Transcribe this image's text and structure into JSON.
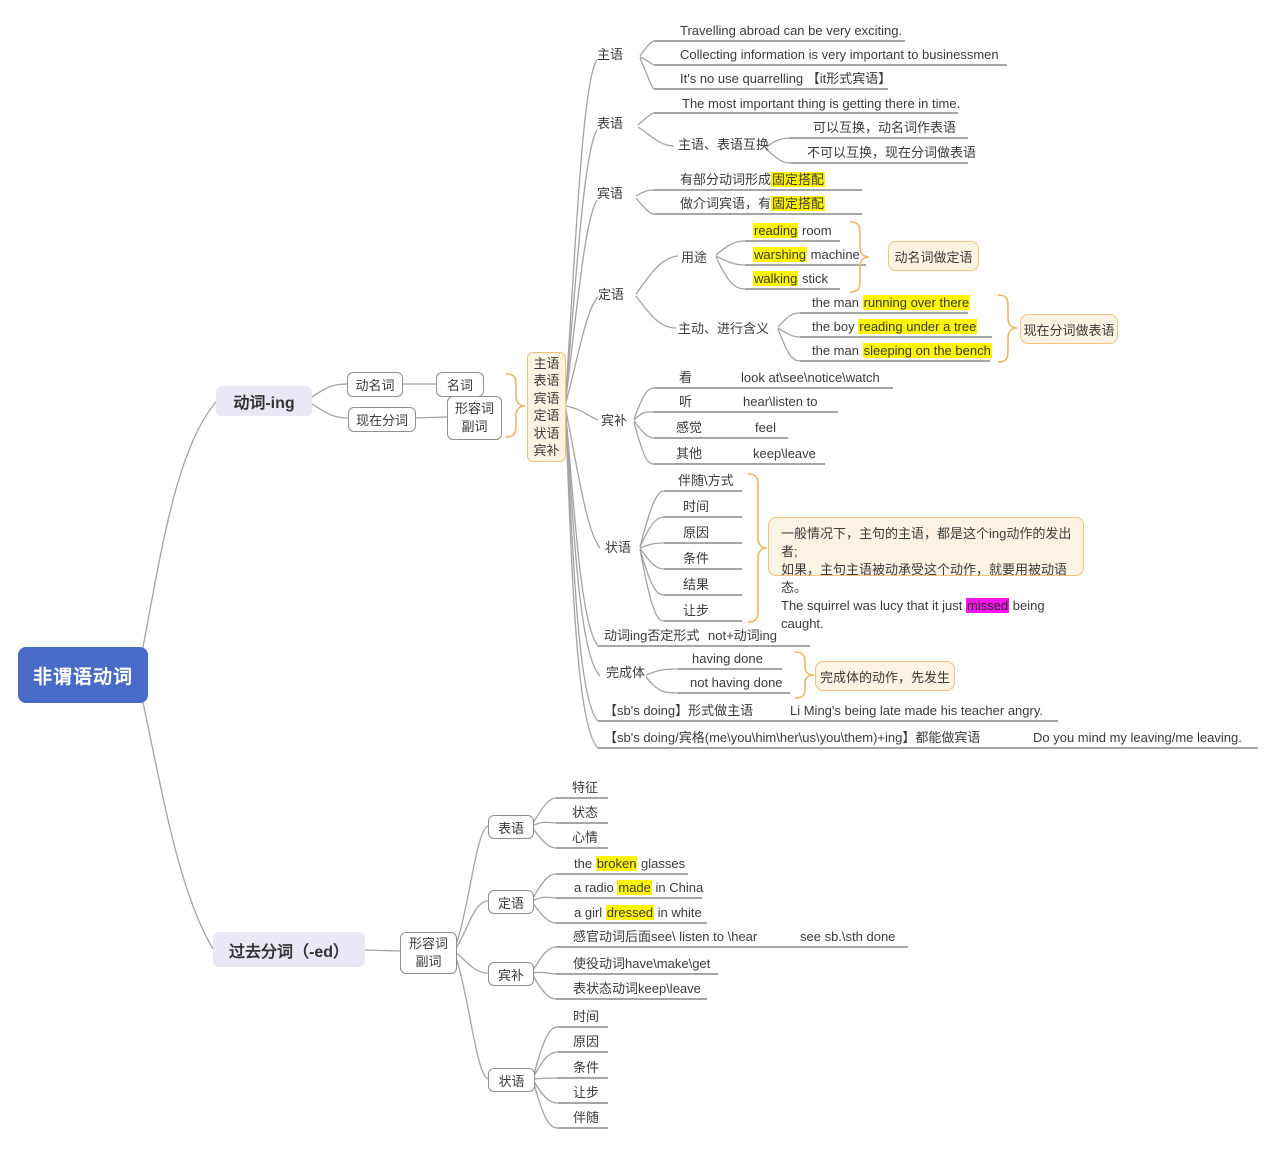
{
  "colors": {
    "root_bg": "#4a6bc5",
    "branch_bg": "#e8e9f4",
    "callout_bg": "#fdf3e3",
    "callout_border": "#f2c27e",
    "highlight_yellow": "#fff500",
    "highlight_magenta": "#f714ea",
    "line": "#a0a0a0"
  },
  "root": {
    "label": "非谓语动词"
  },
  "ing": {
    "label": "动词-ing",
    "gerund": "动名词",
    "noun": "名词",
    "present_participle": "现在分词",
    "adj": "形容词",
    "adv": "副词",
    "roles": [
      "主语",
      "表语",
      "宾语",
      "定语",
      "状语",
      "宾补"
    ],
    "subject": {
      "label": "主语",
      "examples": [
        "Travelling abroad can be very exciting.",
        "Collecting information is very important to businessmen",
        "It's no use quarrelling 【it形式宾语】"
      ]
    },
    "predicative": {
      "label": "表语",
      "example": "The most important thing is getting there in time.",
      "swap": {
        "label": "主语、表语互换",
        "items": [
          "可以互换，动名词作表语",
          "不可以互换，现在分词做表语"
        ]
      }
    },
    "object": {
      "label": "宾语",
      "items": [
        {
          "pre": "有部分动词形成",
          "hl": "固定搭配",
          "post": ""
        },
        {
          "pre": "做介词宾语，有",
          "hl": "固定搭配",
          "post": ""
        }
      ]
    },
    "attributive": {
      "label": "定语",
      "usage": {
        "label": "用途",
        "callout": "动名词做定语",
        "items": [
          {
            "pre": "",
            "hl": "reading",
            "post": " room"
          },
          {
            "pre": "",
            "hl": "warshing",
            "post": " machine"
          },
          {
            "pre": "",
            "hl": "walking",
            "post": " stick"
          }
        ]
      },
      "active": {
        "label": "主动、进行含义",
        "callout": "现在分词做表语",
        "items": [
          {
            "pre": "the man ",
            "hl": "running over there",
            "post": ""
          },
          {
            "pre": "the boy ",
            "hl": "reading under a tree",
            "post": ""
          },
          {
            "pre": "the man ",
            "hl": "sleeping on the bench",
            "post": ""
          }
        ]
      }
    },
    "complement": {
      "label": "宾补",
      "rows": [
        {
          "k": "看",
          "v": "look at\\see\\notice\\watch"
        },
        {
          "k": "听",
          "v": "hear\\listen to"
        },
        {
          "k": "感觉",
          "v": "feel"
        },
        {
          "k": "其他",
          "v": "keep\\leave"
        }
      ]
    },
    "adverbial": {
      "label": "状语",
      "items": [
        "伴随\\方式",
        "时间",
        "原因",
        "条件",
        "结果",
        "让步"
      ],
      "callout": {
        "line1": "一般情况下，主句的主语，都是这个ing动作的发出者;",
        "line2": "如果，主句主语被动承受这个动作，就要用被动语态。",
        "line3_pre": "The squirrel was lucy that it just ",
        "line3_hl": "missed",
        "line3_post": " being caught."
      }
    },
    "negative": {
      "label": "动词ing否定形式",
      "value": "not+动词ing"
    },
    "perfect": {
      "label": "完成体",
      "items": [
        "having done",
        "not having done"
      ],
      "callout": "完成体的动作，先发生"
    },
    "sbs_subject": {
      "label": "【sb's doing】形式做主语",
      "example": "Li Ming's being late made his teacher angry."
    },
    "sbs_object": {
      "label": "【sb's doing/宾格(me\\you\\him\\her\\us\\you\\them)+ing】都能做宾语",
      "example": "Do you mind my leaving/me leaving."
    }
  },
  "ed": {
    "label": "过去分词（-ed）",
    "adj": "形容词",
    "adv": "副词",
    "predicative": {
      "label": "表语",
      "items": [
        "特征",
        "状态",
        "心情"
      ]
    },
    "attributive": {
      "label": "定语",
      "items": [
        {
          "pre": "the ",
          "hl": "broken",
          "post": " glasses"
        },
        {
          "pre": "a radio ",
          "hl": "made",
          "post": " in China"
        },
        {
          "pre": "a girl ",
          "hl": "dressed",
          "post": " in white"
        }
      ]
    },
    "complement": {
      "label": "宾补",
      "rows": [
        {
          "k": "感官动词后面see\\ listen to \\hear",
          "v": "see sb.\\sth done"
        },
        {
          "k": "使役动词have\\make\\get",
          "v": ""
        },
        {
          "k": "表状态动词keep\\leave",
          "v": ""
        }
      ]
    },
    "adverbial": {
      "label": "状语",
      "items": [
        "时间",
        "原因",
        "条件",
        "让步",
        "伴随"
      ]
    }
  }
}
